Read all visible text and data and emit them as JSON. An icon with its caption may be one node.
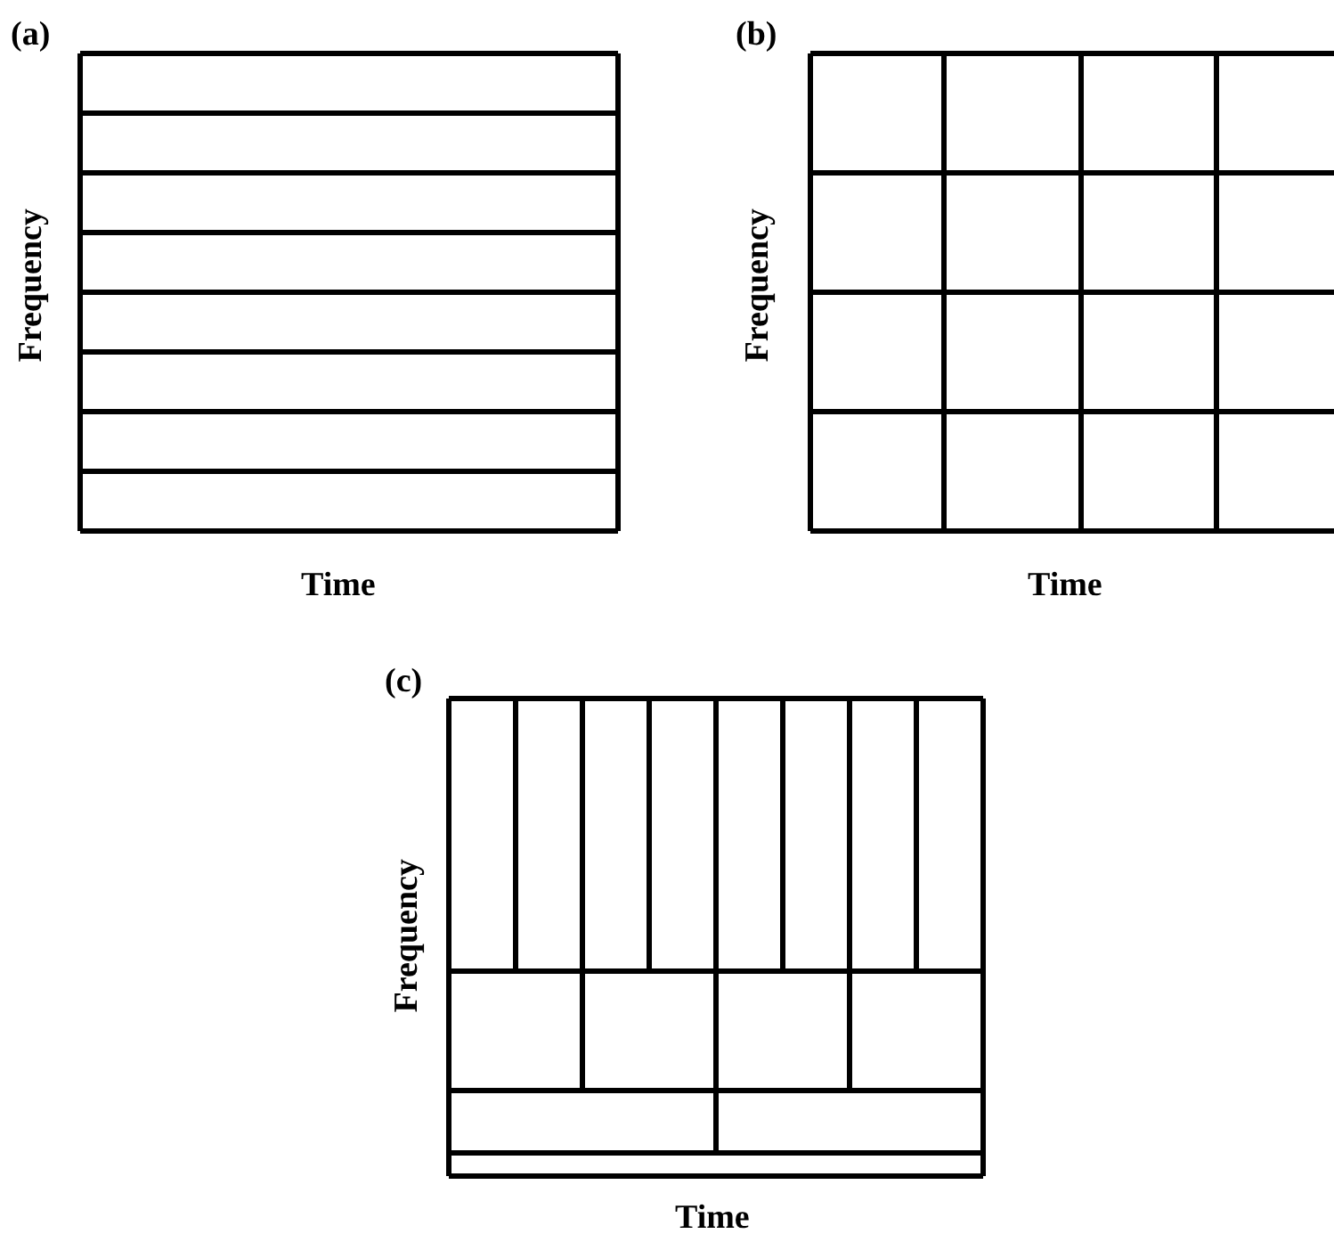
{
  "diagram": {
    "labels": [
      "(a)",
      "Frequency",
      "Time",
      "(b)",
      "Frequency",
      "Time",
      "(c)",
      "Frequency",
      "Time"
    ]
  }
}
